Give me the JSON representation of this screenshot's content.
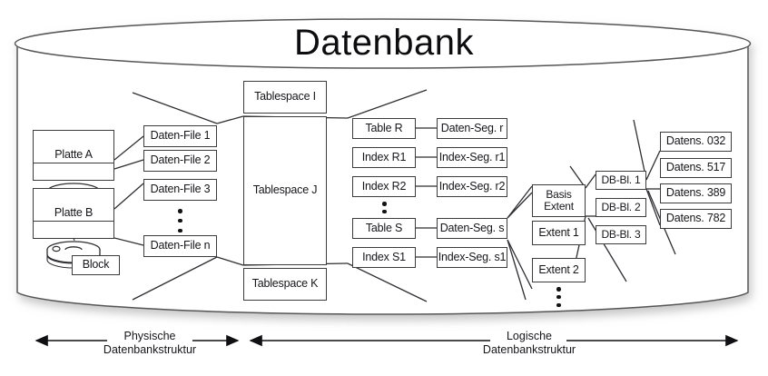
{
  "title": "Datenbank",
  "physical": {
    "disks": [
      {
        "label": "Platte A"
      },
      {
        "label": "Platte B"
      }
    ],
    "block_label": "Block",
    "data_files": [
      "Daten-File 1",
      "Daten-File 2",
      "Daten-File 3",
      "Daten-File n"
    ]
  },
  "tablespaces": [
    "Tablespace I",
    "Tablespace J",
    "Tablespace K"
  ],
  "logical": {
    "objects": [
      "Table R",
      "Index R1",
      "Index R2",
      "Table S",
      "Index S1"
    ],
    "segments": [
      "Daten-Seg. r",
      "Index-Seg. r1",
      "Index-Seg. r2",
      "Daten-Seg. s",
      "Index-Seg. s1"
    ],
    "extents": [
      "Basis\nExtent",
      "Extent 1",
      "Extent 2"
    ],
    "blocks": [
      "DB-Bl. 1",
      "DB-Bl. 2",
      "DB-Bl. 3"
    ],
    "records": [
      "Datens. 032",
      "Datens. 517",
      "Datens. 389",
      "Datens. 782"
    ]
  },
  "footer": {
    "physical_label": "Physische\nDatenbankstruktur",
    "logical_label": "Logische\nDatenbankstruktur"
  },
  "colors": {
    "stroke": "#3c3c3c",
    "cylinder_stroke": "#555555",
    "text": "#16161a",
    "title": "#0d0d0f"
  }
}
